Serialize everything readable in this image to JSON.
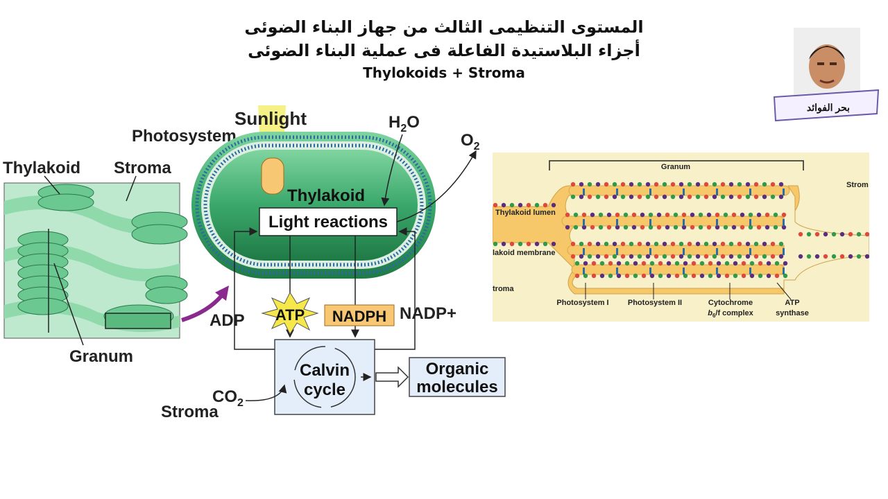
{
  "title": {
    "line1": "المستوى التنظيمى الثالث من جهاز البناء الضوئى",
    "line2": "أجزاء البلاستيدة الفاعلة فى عملية البناء الضوئى",
    "line3": "Thylokoids + Stroma"
  },
  "logo": {
    "caption": "بحر الفوائد"
  },
  "diagram_left": {
    "labels": {
      "thylakoid_outer": "Thylakoid",
      "stroma_outer": "Stroma",
      "granum": "Granum",
      "sunlight": "Sunlight",
      "photosystem": "Photosystem",
      "h2o_main": "H",
      "h2o_sub": "2",
      "h2o_tail": "O",
      "o2_main": "O",
      "o2_sub": "2",
      "thylakoid_inner": "Thylakoid",
      "light_reactions": "Light reactions",
      "adp": "ADP",
      "atp": "ATP",
      "nadph": "NADPH",
      "nadp": "NADP+",
      "calvin_1": "Calvin",
      "calvin_2": "cycle",
      "organic_1": "Organic",
      "organic_2": "molecules",
      "co2_main": "CO",
      "co2_sub": "2",
      "stroma_bottom": "Stroma"
    },
    "colors": {
      "thylakoid_green": "#3aa86b",
      "sunlight_yellow": "#f5f07a",
      "atp_star": "#f6e84a",
      "nadph_fill": "#f7c774",
      "calvin_fill": "#e4eefa",
      "arrow_purple": "#8a2a8e"
    }
  },
  "granum_figure": {
    "labels": {
      "granum": "Granum",
      "stroma": "Strom",
      "lumen": "Thylakoid lumen",
      "membrane": "lakoid membrane",
      "stroma_left": "troma",
      "ps1": "Photosystem I",
      "ps2": "Photosystem II",
      "cytochrome_1": "Cytochrome",
      "cytochrome_2a": "b",
      "cytochrome_2sub": "6",
      "cytochrome_2b": "/f complex",
      "atp_1": "ATP",
      "atp_2": "synthase"
    },
    "colors": {
      "background": "#f7f0c8",
      "lumen": "#f6c86a",
      "ps1_dot": "#e1483a",
      "ps2_dot": "#5a2d83",
      "cyt_dot": "#2e9a4a",
      "synthase": "#2a6fa3"
    }
  }
}
